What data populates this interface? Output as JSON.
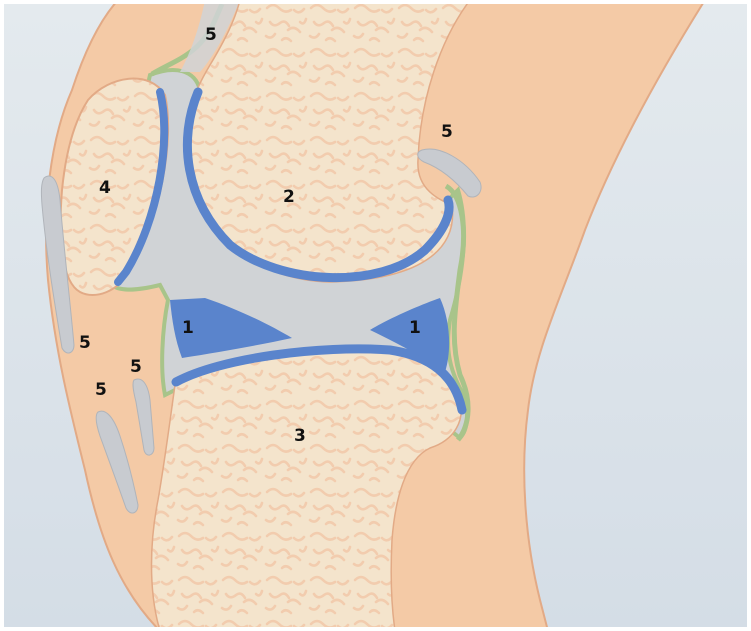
{
  "colors": {
    "background": "#dce4ea",
    "skin": "#f4caa6",
    "skin_edge": "#e2aa86",
    "bone": "#f4e4cc",
    "bone_texture": "#f2ccae",
    "cartilage": "#5a84cc",
    "meniscus": "#5a84cc",
    "synovial_fluid": "#d0d3d6",
    "membrane": "#a8c48a",
    "bursa": "#c8cbd0"
  },
  "labels": {
    "meniscus_posterior": "1",
    "meniscus_anterior": "1",
    "femur": "2",
    "tibia": "3",
    "patella": "4",
    "bursa_top": "5",
    "bursa_back": "5",
    "bursa_front_upper": "5",
    "bursa_front_middle": "5",
    "bursa_front_lower": "5"
  }
}
